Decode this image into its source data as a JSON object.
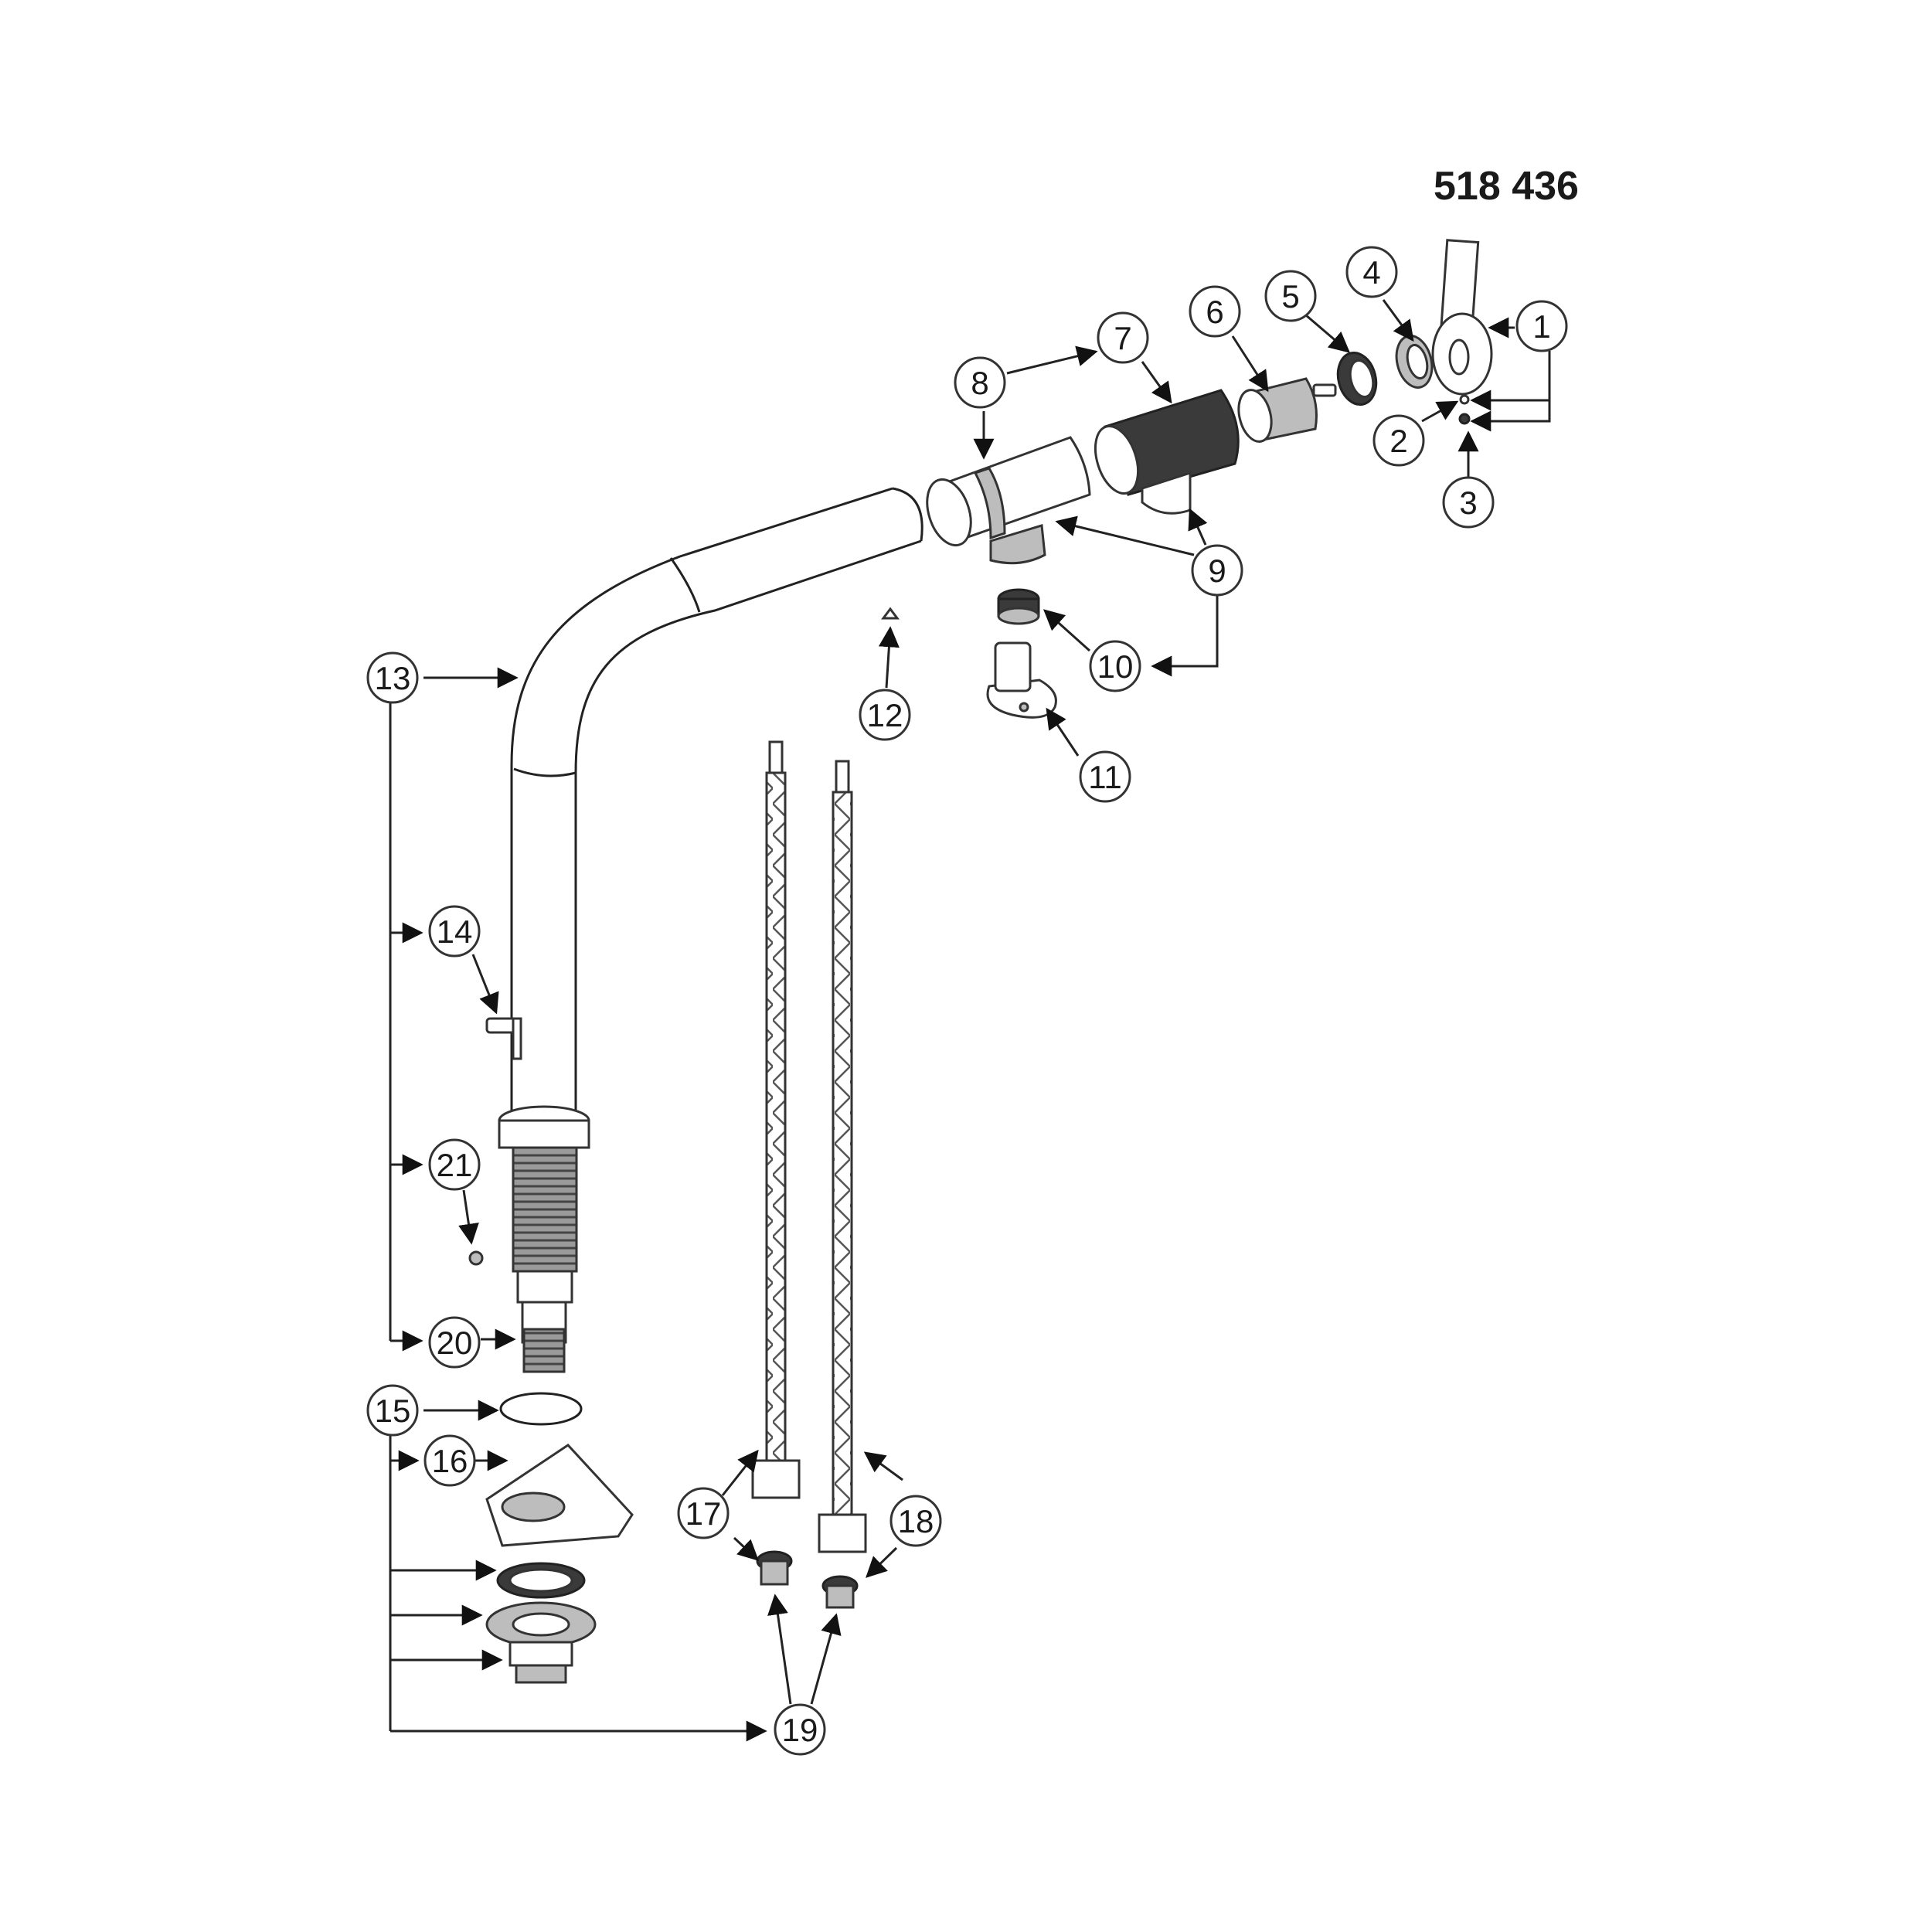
{
  "diagram": {
    "model_number": "518 436",
    "callouts": [
      "1",
      "2",
      "3",
      "4",
      "5",
      "6",
      "7",
      "8",
      "9",
      "10",
      "11",
      "12",
      "13",
      "14",
      "15",
      "16",
      "17",
      "18",
      "19",
      "20",
      "21"
    ]
  }
}
